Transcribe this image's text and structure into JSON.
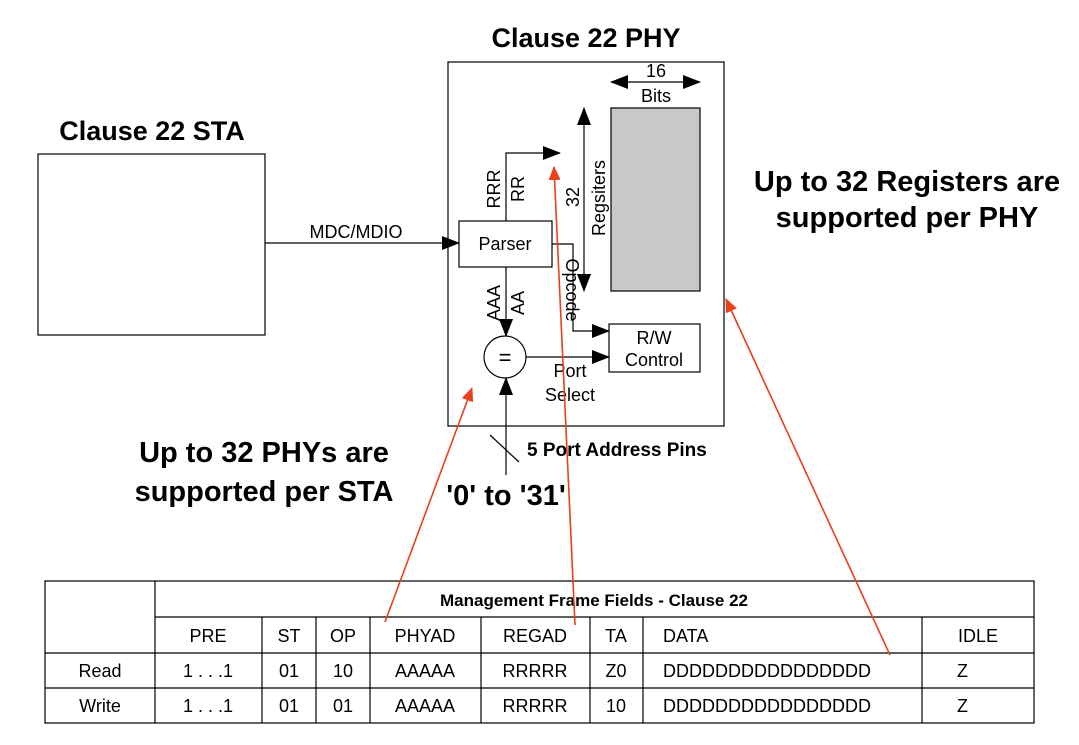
{
  "title_phy": "Clause 22 PHY",
  "title_sta": "Clause 22 STA",
  "bus_label": "MDC/MDIO",
  "parser_label": "Parser",
  "bits_top": "16",
  "bits_bottom": "Bits",
  "reg_count": "32",
  "reg_word": "Regsiters",
  "rrr_label": "RRR",
  "rr_label": "RR",
  "aaa_label": "AAA",
  "aa_label": "AA",
  "opcode_label": "Opcode",
  "rw_line1": "R/W",
  "rw_line2": "Control",
  "compare_symbol": "=",
  "port_line1": "Port",
  "port_line2": "Select",
  "pins_label": "5 Port Address Pins",
  "range_label": "'0' to '31'",
  "note_registers": [
    "Up to 32 Registers are",
    "supported per PHY"
  ],
  "note_phys": [
    "Up to 32 PHYs are",
    "supported per STA"
  ],
  "colors": {
    "register_fill": "#c8c8c8",
    "annotation_arrow": "#e8401c"
  },
  "table": {
    "caption": "Management Frame Fields - Clause 22",
    "headers": [
      "PRE",
      "ST",
      "OP",
      "PHYAD",
      "REGAD",
      "TA",
      "DATA",
      "IDLE"
    ],
    "rows": [
      {
        "label": "Read",
        "cells": [
          "1 . . .1",
          "01",
          "10",
          "AAAAA",
          "RRRRR",
          "Z0",
          "DDDDDDDDDDDDDDDD",
          "Z"
        ]
      },
      {
        "label": "Write",
        "cells": [
          "1 . . .1",
          "01",
          "01",
          "AAAAA",
          "RRRRR",
          "10",
          "DDDDDDDDDDDDDDDD",
          "Z"
        ]
      }
    ]
  }
}
